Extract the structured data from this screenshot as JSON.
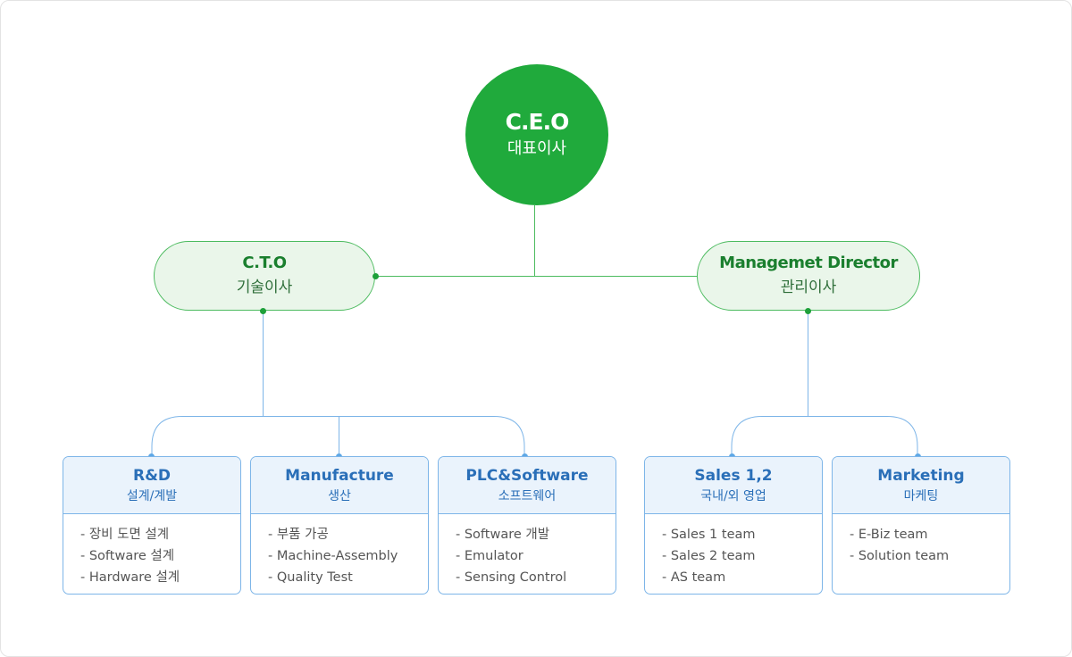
{
  "ceo": {
    "title": "C.E.O",
    "subtitle": "대표이사"
  },
  "cto": {
    "title": "C.T.O",
    "subtitle": "기술이사"
  },
  "mgmt": {
    "title": "Managemet Director",
    "subtitle": "관리이사"
  },
  "teams": [
    {
      "title": "R&D",
      "subtitle": "설계/계발",
      "items": [
        "장비 도면 설계",
        "Software 설계",
        "Hardware 설계"
      ]
    },
    {
      "title": "Manufacture",
      "subtitle": "생산",
      "items": [
        "부품 가공",
        "Machine-Assembly",
        "Quality Test"
      ]
    },
    {
      "title": "PLC&Software",
      "subtitle": "소프트웨어",
      "items": [
        "Software 개발",
        "Emulator",
        "Sensing Control"
      ]
    },
    {
      "title": "Sales 1,2",
      "subtitle": "국내/외 영업",
      "items": [
        "Sales 1 team",
        "Sales 2 team",
        "AS team"
      ]
    },
    {
      "title": "Marketing",
      "subtitle": "마케팅",
      "items": [
        "E-Biz team",
        "Solution team"
      ]
    }
  ],
  "colors": {
    "ceo": "#20aa3c",
    "director_border": "#4cbb5f",
    "director_fill": "#eaf6ea",
    "team_border": "#7db5e8",
    "team_text": "#2a6fb8"
  }
}
